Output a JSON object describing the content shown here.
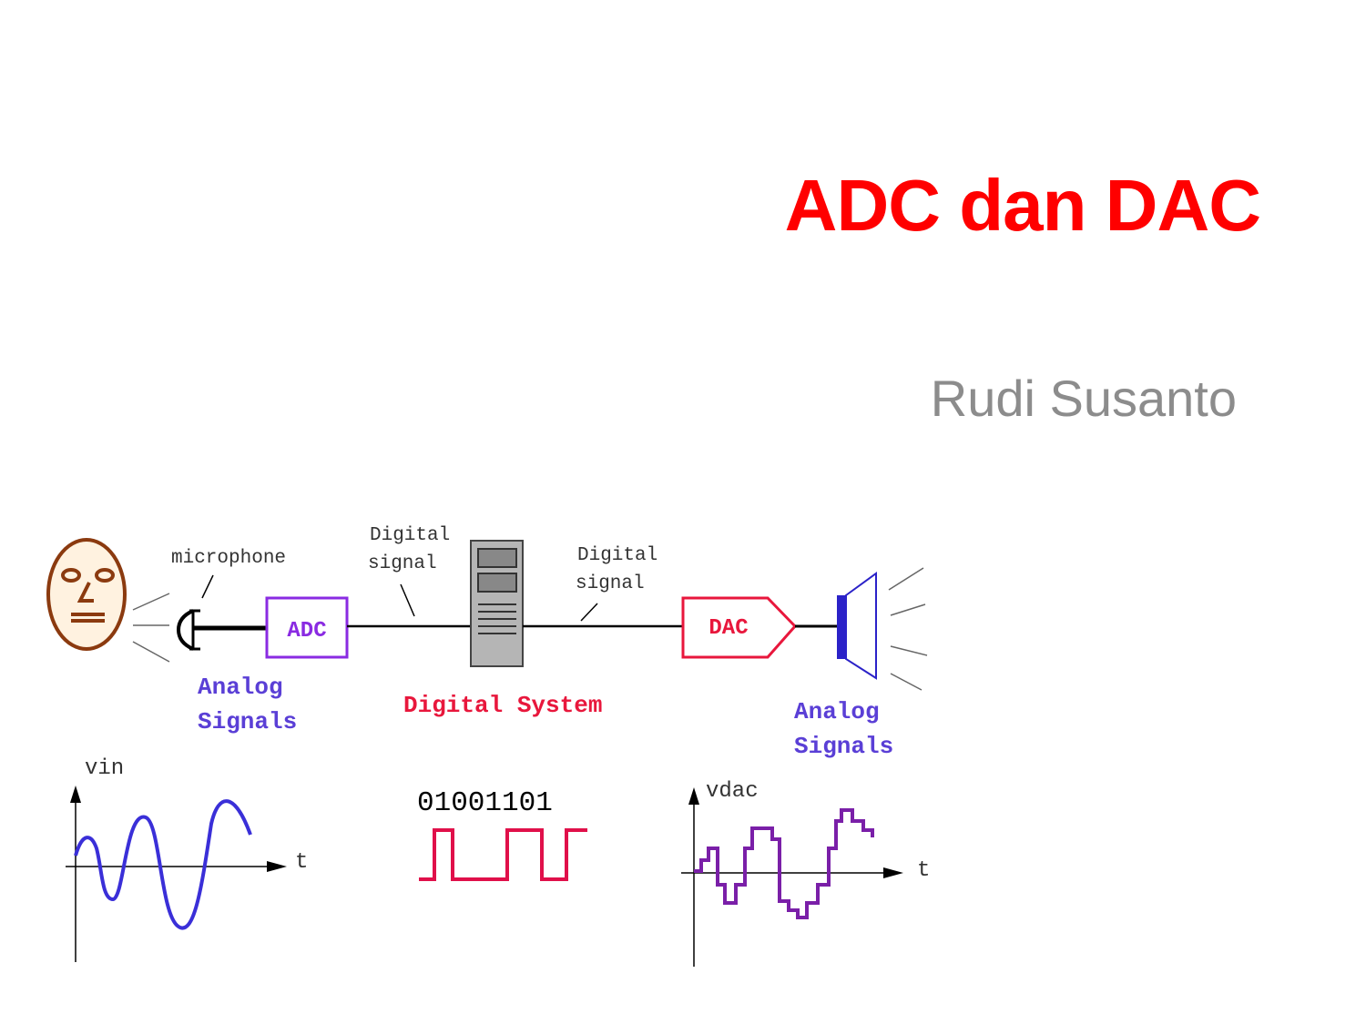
{
  "slide": {
    "title": "ADC dan DAC",
    "subtitle": "Rudi Susanto"
  },
  "diagram": {
    "labels": {
      "microphone": "microphone",
      "digital_signal_left_1": "Digital",
      "digital_signal_left_2": "signal",
      "digital_signal_right_1": "Digital",
      "digital_signal_right_2": "signal",
      "adc": "ADC",
      "dac": "DAC",
      "analog_left_1": "Analog",
      "analog_left_2": "Signals",
      "digital_system": "Digital System",
      "analog_right_1": "Analog",
      "analog_right_2": "Signals",
      "vin": "vin",
      "vdac": "vdac",
      "t_left": "t",
      "t_right": "t",
      "bits": "01001101"
    },
    "colors": {
      "face": "#8b3a0f",
      "adc": "#8a2be2",
      "dac": "#e8173c",
      "digital_system": "#e8173c",
      "analog_label": "#5a3fd6",
      "speaker": "#2b22c8",
      "vin_wave": "#3a2fd8",
      "bits_wave": "#e0104a",
      "vdac_wave": "#7a1fa8",
      "computer": "#b5b5b5",
      "line": "#000000"
    },
    "icons": [
      "face-icon",
      "microphone-icon",
      "computer-icon",
      "speaker-icon"
    ]
  }
}
